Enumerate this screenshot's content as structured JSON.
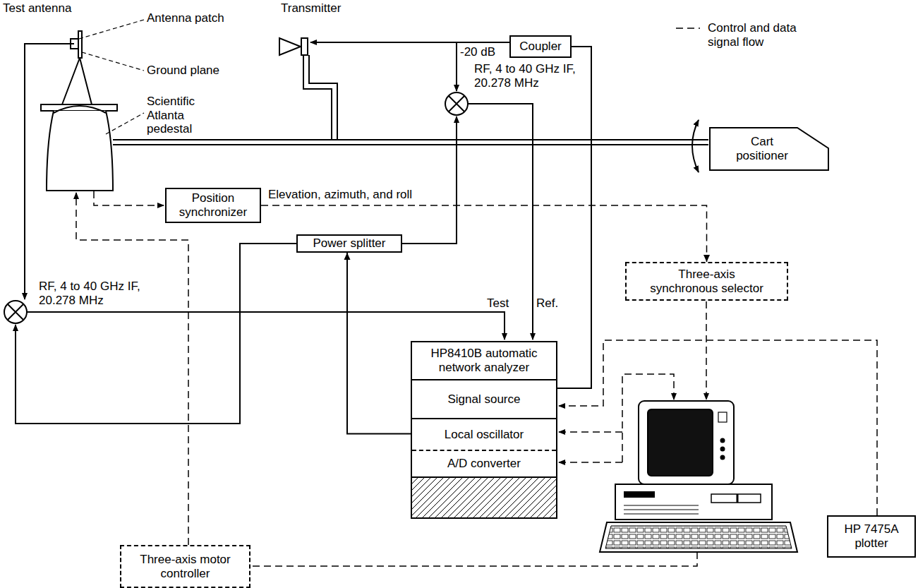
{
  "diagram": {
    "nodes": [
      {
        "text": [
          "Coupler"
        ]
      },
      {
        "text": [
          "Cart positioner"
        ]
      },
      {
        "text": [
          "Position synchronizer"
        ]
      },
      {
        "text": [
          "Power splitter"
        ]
      },
      {
        "text": [
          "Three-axis synchronous selector"
        ]
      },
      {
        "text": [
          "HP8410B automatic network analyzer"
        ]
      },
      {
        "text": [
          "Signal source"
        ],
        "in": 5
      },
      {
        "text": [
          "Local oscillator"
        ],
        "in": 5
      },
      {
        "text": [
          "A/D converter"
        ],
        "in": 5
      },
      {
        "text": [
          "HP 7475A plotter"
        ]
      },
      {
        "text": [
          "Three-axis motor controller"
        ]
      }
    ],
    "edges": [
      {
        "from": 6,
        "to": 0,
        "arrow": "none"
      },
      {
        "from": 7,
        "to": 3,
        "arrow": "to"
      },
      {
        "from": 2,
        "to": 4,
        "label": "Elevation, azimuth, and roll",
        "arrow": "to"
      }
    ],
    "labels": [
      "Test antenna",
      "Antenna patch",
      "Ground plane",
      "Transmitter",
      "Scientific Atlanta pedestal",
      "-20 dB",
      "RF, 4 to 40 GHz IF, 20.278 MHz",
      "RF, 4 to 40 GHz IF, 20.278 MHz",
      "Test",
      "Ref."
    ],
    "legend": [
      {
        "text": "Control and data signal flow"
      }
    ]
  }
}
